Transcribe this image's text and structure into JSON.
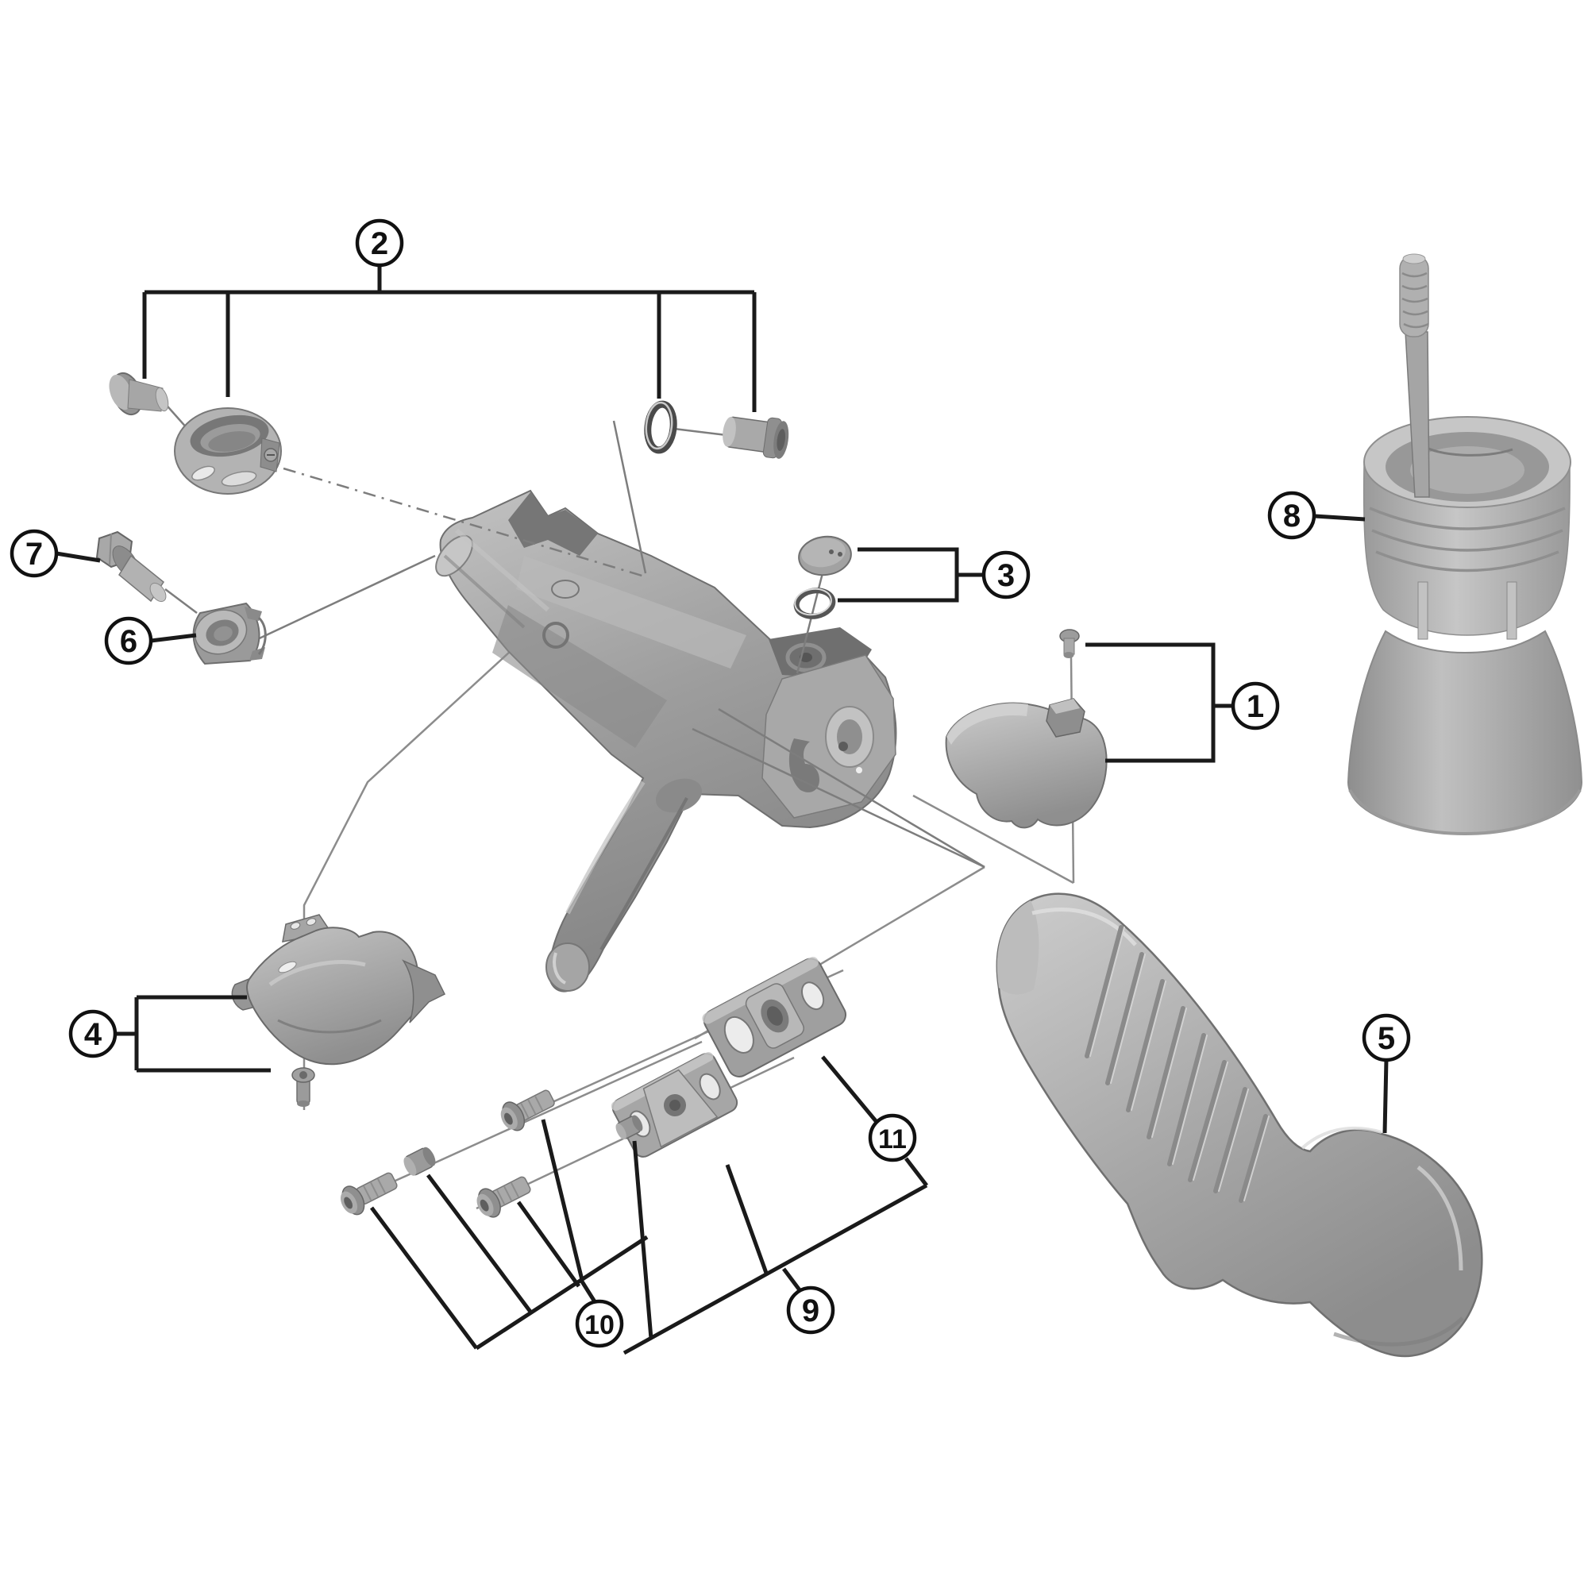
{
  "diagram": {
    "background_color": "#ffffff",
    "bracket_line_color": "#1a1a1a",
    "leader_line_color": "#8c8c8c",
    "part_base_color": "#a8a8a8",
    "part_dark_color": "#6f6f6f",
    "part_light_color": "#c9c9c9",
    "callouts": [
      {
        "label": "1"
      },
      {
        "label": "2"
      },
      {
        "label": "3"
      },
      {
        "label": "4"
      },
      {
        "label": "5"
      },
      {
        "label": "6"
      },
      {
        "label": "7"
      },
      {
        "label": "8"
      },
      {
        "label": "9"
      },
      {
        "label": "10"
      },
      {
        "label": "11"
      }
    ]
  }
}
